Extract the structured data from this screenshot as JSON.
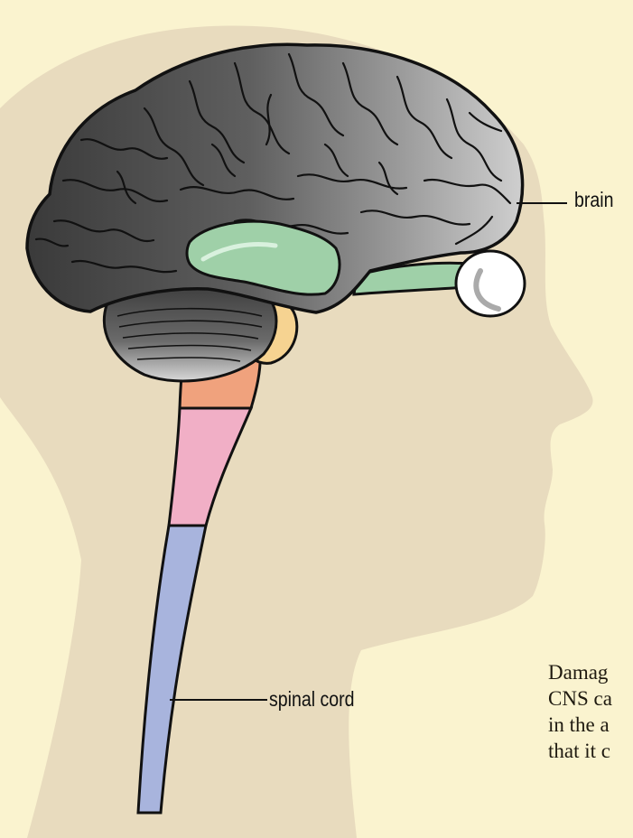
{
  "labels": {
    "brain": "brain",
    "spinal_cord": "spinal cord"
  },
  "caption_lines": [
    "Damag",
    "CNS ca",
    "in the a",
    "that it c"
  ],
  "colors": {
    "background": "#FAF3CF",
    "head_silhouette": "#E8DBBE",
    "brain_dark": "#3F3F3F",
    "brain_light": "#C8C8C8",
    "limbic_green": "#9FD0A8",
    "midbrain_peach": "#F6D391",
    "pons_orange": "#F0A27D",
    "medulla_pink": "#F1AFC6",
    "spinal_cord_blue": "#A8B4DD",
    "eye_white": "#FFFFFF"
  }
}
